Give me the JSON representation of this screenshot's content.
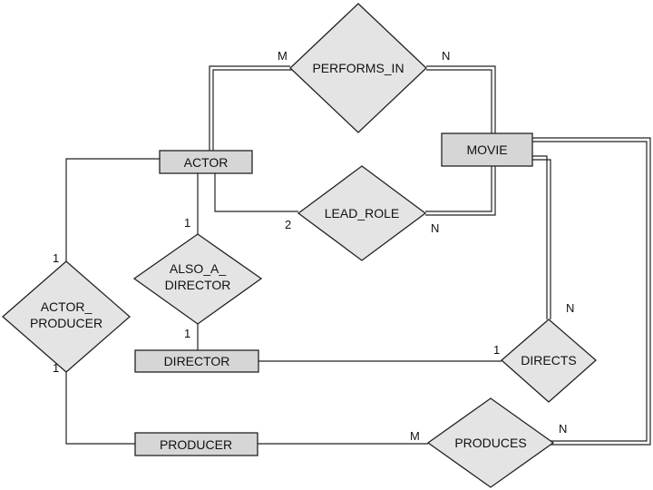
{
  "entities": {
    "actor": "ACTOR",
    "movie": "MOVIE",
    "director": "DIRECTOR",
    "producer": "PRODUCER"
  },
  "relationships": {
    "performs_in": "PERFORMS_IN",
    "lead_role": "LEAD_ROLE",
    "also_a_director": [
      "ALSO_A_",
      "DIRECTOR"
    ],
    "actor_producer": [
      "ACTOR_",
      "PRODUCER"
    ],
    "directs": "DIRECTS",
    "produces": "PRODUCES"
  },
  "cardinalities": {
    "performs_in_actor": "M",
    "performs_in_movie": "N",
    "lead_role_actor": "2",
    "lead_role_movie": "N",
    "also_a_director_actor": "1",
    "also_a_director_director": "1",
    "actor_producer_actor": "1",
    "actor_producer_producer": "1",
    "directs_director": "1",
    "directs_movie": "N",
    "produces_producer": "M",
    "produces_movie": "N"
  }
}
